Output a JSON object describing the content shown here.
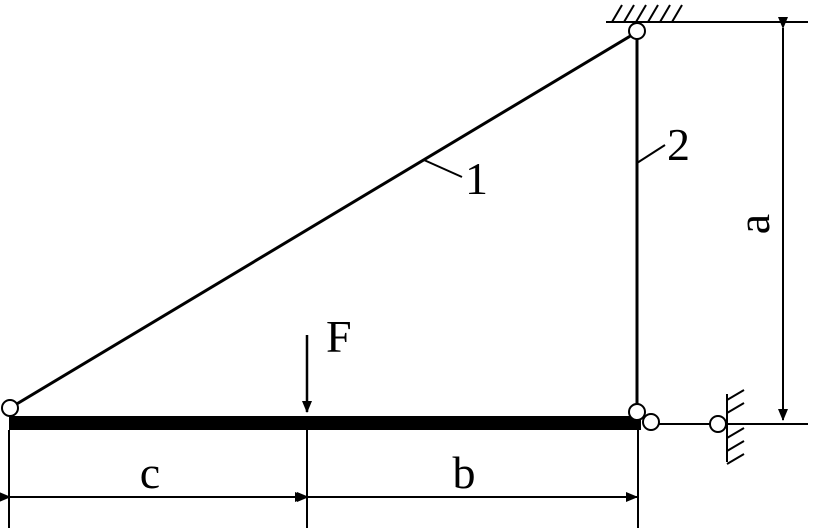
{
  "labels": {
    "rod_1": "1",
    "rod_2": "2",
    "force": "F",
    "dim_a": "a",
    "dim_b": "b",
    "dim_c": "c"
  },
  "colors": {
    "ink": "#000000",
    "background": "#ffffff"
  },
  "icons": {
    "pin": "pin-joint-icon",
    "ground": "ground-hatch-icon",
    "arrow": "arrow-head-icon"
  }
}
